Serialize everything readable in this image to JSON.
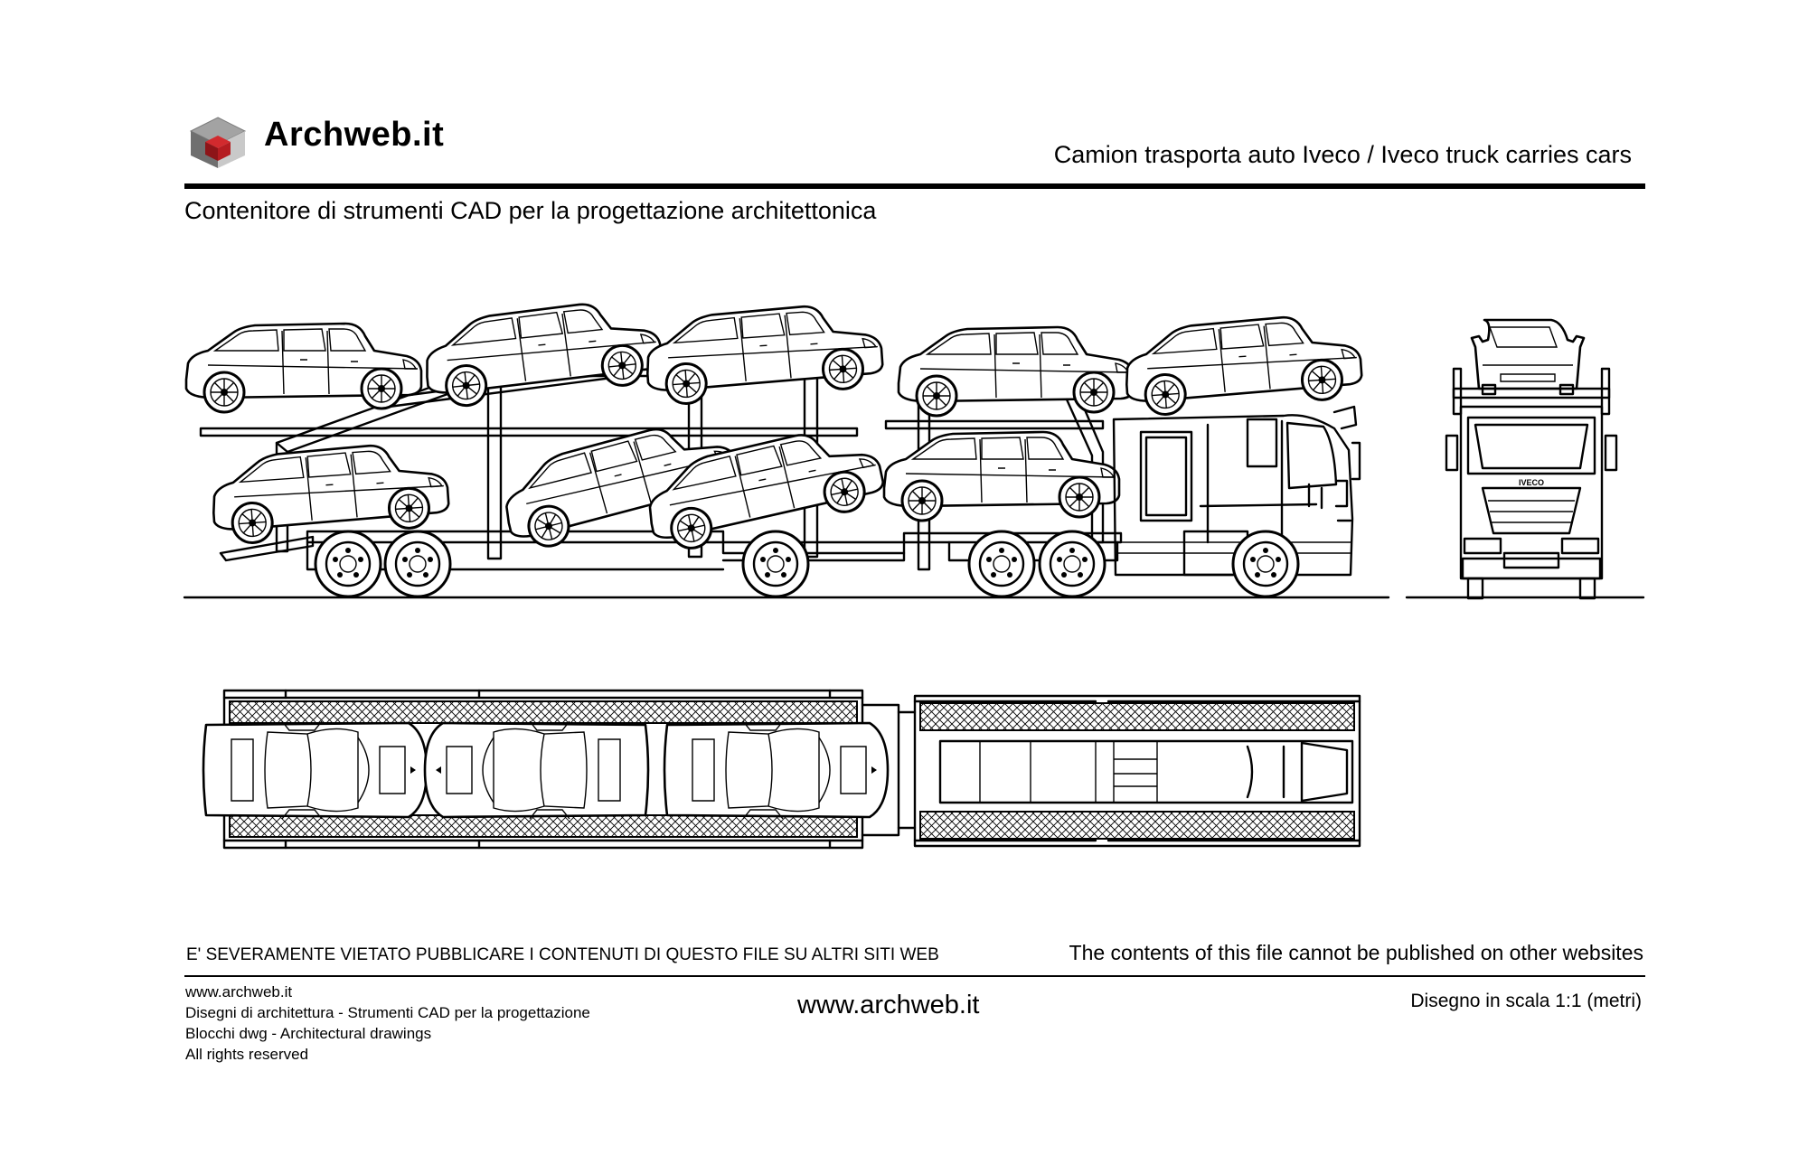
{
  "header": {
    "brand": "Archweb.it",
    "title": "Camion trasporta auto Iveco  /  Iveco truck carries cars",
    "subtitle": "Contenitore di strumenti CAD per la progettazione architettonica"
  },
  "drawing": {
    "front_grille_label": "IVECO"
  },
  "footer": {
    "warning_it": "E' SEVERAMENTE VIETATO PUBBLICARE I CONTENUTI DI QUESTO FILE SU ALTRI SITI WEB",
    "warning_en": "The contents of this file cannot be published on other websites",
    "left_lines": [
      "www.archweb.it",
      "Disegni di architettura - Strumenti CAD  per la progettazione",
      "Blocchi dwg - Architectural drawings",
      "All rights reserved"
    ],
    "center": "www.archweb.it",
    "scale": "Disegno in scala 1:1 (metri)"
  },
  "colors": {
    "logo_top": "#9a9a9a",
    "logo_left": "#6e6e6e",
    "logo_right": "#c4c4c4",
    "logo_core": "#b0191e"
  }
}
